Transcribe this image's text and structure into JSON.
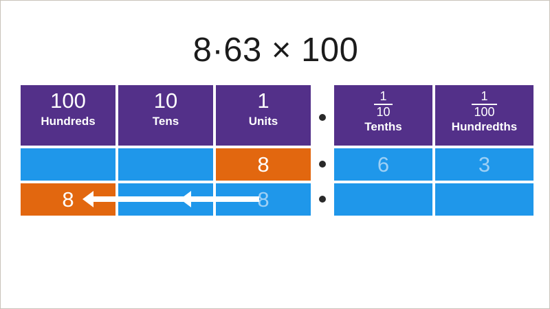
{
  "title": "8·63 × 100",
  "colors": {
    "purple": "#533089",
    "blue": "#1f97ea",
    "orange": "#e2670f",
    "faded_digit": "#9ed0f5",
    "text_white": "#ffffff",
    "title_text": "#1b1b1b",
    "dot": "#2a2a2a",
    "frame": "#c8c3ba"
  },
  "chart": {
    "decimal_point": "·",
    "columns": [
      {
        "key": "hundreds",
        "value": "100",
        "name": "Hundreds",
        "side": "whole",
        "fraction": null
      },
      {
        "key": "tens",
        "value": "10",
        "name": "Tens",
        "side": "whole",
        "fraction": null
      },
      {
        "key": "units",
        "value": "1",
        "name": "Units",
        "side": "whole",
        "fraction": null
      },
      {
        "key": "tenths",
        "value": "",
        "name": "Tenths",
        "side": "decimal",
        "fraction": {
          "numerator": "1",
          "denominator": "10"
        }
      },
      {
        "key": "hundredths",
        "value": "",
        "name": "Hundredths",
        "side": "decimal",
        "fraction": {
          "numerator": "1",
          "denominator": "100"
        }
      }
    ],
    "rows": [
      {
        "label": "row-original-number",
        "cells": [
          {
            "column": "hundreds",
            "digit": "",
            "fill": "blue",
            "style": "empty"
          },
          {
            "column": "tens",
            "digit": "",
            "fill": "blue",
            "style": "empty"
          },
          {
            "column": "units",
            "digit": "8",
            "fill": "orange",
            "style": "solid"
          },
          {
            "column": "tenths",
            "digit": "6",
            "fill": "blue",
            "style": "faded"
          },
          {
            "column": "hundredths",
            "digit": "3",
            "fill": "blue",
            "style": "faded"
          }
        ]
      },
      {
        "label": "row-after-multiplying",
        "cells": [
          {
            "column": "hundreds",
            "digit": "8",
            "fill": "orange",
            "style": "solid"
          },
          {
            "column": "tens",
            "digit": "",
            "fill": "blue",
            "style": "empty"
          },
          {
            "column": "units",
            "digit": "8",
            "fill": "blue",
            "style": "faded"
          },
          {
            "column": "tenths",
            "digit": "",
            "fill": "blue",
            "style": "empty"
          },
          {
            "column": "hundredths",
            "digit": "",
            "fill": "blue",
            "style": "empty"
          }
        ]
      }
    ],
    "arrows": [
      {
        "name": "arrow-tens-to-hundreds",
        "direction": "left",
        "from_column": "tens",
        "to_column": "hundreds"
      },
      {
        "name": "arrow-units-to-tens",
        "direction": "left",
        "from_column": "units",
        "to_column": "tens"
      }
    ]
  }
}
